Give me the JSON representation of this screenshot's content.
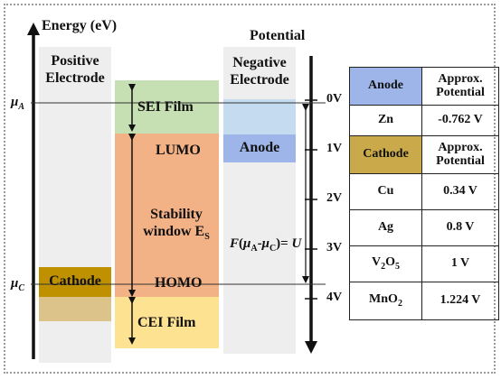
{
  "diagram": {
    "energy_label": "Energy (eV)",
    "potential_label": "Potential",
    "positive_electrode": "Positive Electrode",
    "negative_electrode": "Negative Electrode",
    "mu_a": "μA",
    "mu_c": "μC",
    "sei_film": "SEI Film",
    "lumo": "LUMO",
    "stability_window": "Stability window ES",
    "homo": "HOMO",
    "cei_film": "CEI Film",
    "anode_box": "Anode",
    "cathode_box": "Cathode",
    "f_equation": "F(μA-μC)= U",
    "potential_ticks": [
      "0V",
      "1V",
      "2V",
      "3V",
      "4V"
    ]
  },
  "colors": {
    "electrode_bg": "#eeeeee",
    "sei": "#c6e0b4",
    "electrolyte": "#f3b186",
    "cei": "#fde291",
    "anode_light": "#c5dcf0",
    "anode": "#9db5e8",
    "cathode": "#bf9000",
    "cathode_light": "#dbc38a"
  },
  "table": {
    "anode_header": "Anode",
    "anode_potential_header": "Approx. Potential",
    "anode_rows": [
      {
        "material": "Zn",
        "potential": "-0.762 V"
      }
    ],
    "cathode_header": "Cathode",
    "cathode_potential_header": "Approx. Potential",
    "cathode_rows": [
      {
        "material": "Cu",
        "potential": "0.34 V"
      },
      {
        "material": "Ag",
        "potential": "0.8 V"
      },
      {
        "material": "V2O5",
        "potential": "1 V"
      },
      {
        "material": "MnO2",
        "potential": "1.224 V"
      }
    ]
  }
}
